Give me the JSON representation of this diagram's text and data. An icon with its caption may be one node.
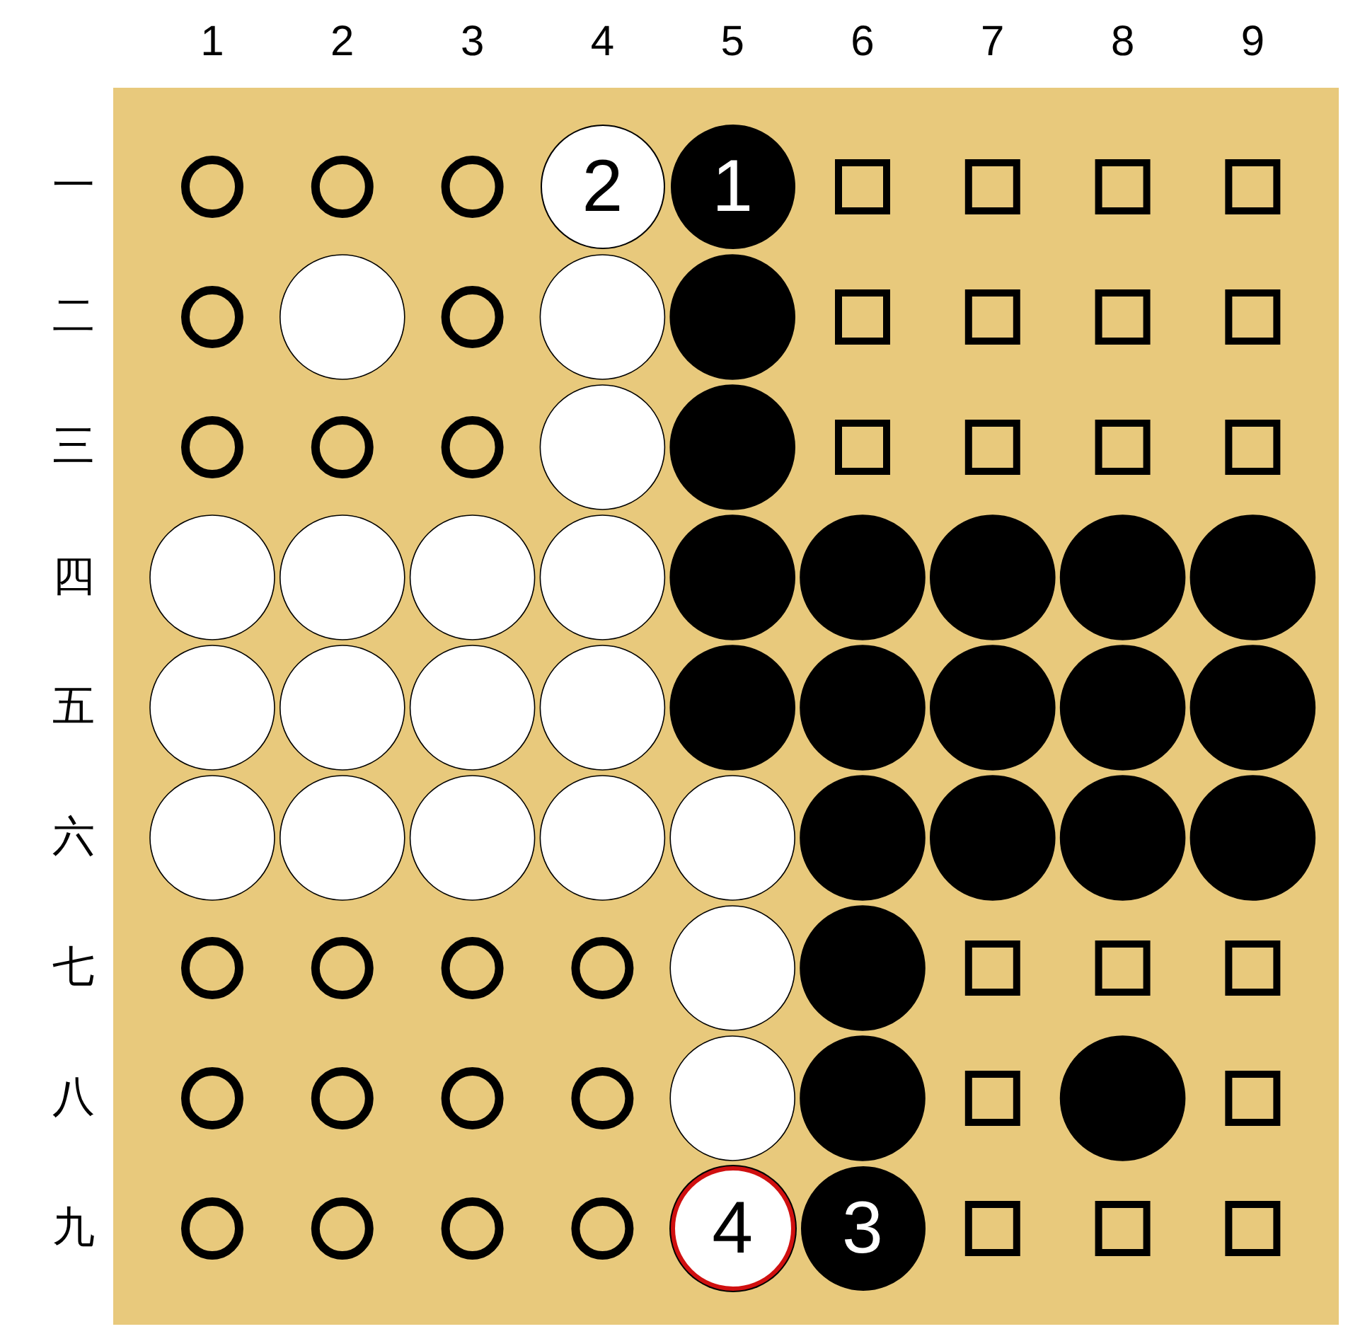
{
  "diagram": {
    "nodes": [
      {
        "text": [
          "2"
        ]
      },
      {
        "text": [
          "1"
        ]
      },
      {
        "text": [
          "4"
        ]
      },
      {
        "text": [
          "3"
        ]
      }
    ],
    "labels": [
      "1",
      "2",
      "3",
      "4",
      "5",
      "6",
      "7",
      "8",
      "9",
      "一",
      "二",
      "三",
      "四",
      "五",
      "六",
      "七",
      "八",
      "九"
    ]
  }
}
